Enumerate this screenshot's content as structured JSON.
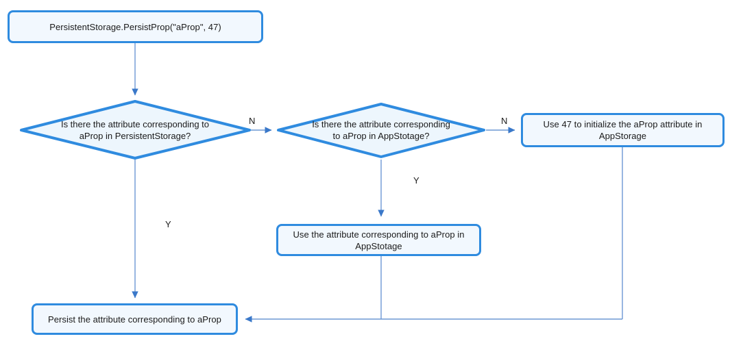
{
  "diagram": {
    "type": "flowchart",
    "title": "PersistentStorage.PersistProp flow",
    "colors": {
      "node_border": "#2f8bdf",
      "node_fill": "#f2f8fe",
      "connector": "#4a7fc1",
      "arrowhead": "#3a78c9",
      "text": "#1a1a1a",
      "background": "#ffffff"
    },
    "nodes": {
      "start_call": {
        "shape": "process",
        "label": "PersistentStorage.PersistProp(\"aProp\", 47)"
      },
      "decision_persistent_storage": {
        "shape": "decision",
        "label": "Is there the attribute corresponding to aProp in PersistentStorage?"
      },
      "decision_app_storage": {
        "shape": "decision",
        "label": "Is there the attribute corresponding to aProp in AppStotage?"
      },
      "init_app_storage": {
        "shape": "process",
        "label": "Use 47 to initialize the aProp attribute in AppStorage"
      },
      "use_app_storage_attribute": {
        "shape": "process",
        "label": "Use the attribute corresponding to aProp in AppStotage"
      },
      "persist_attribute": {
        "shape": "process",
        "label": "Persist the attribute corresponding to aProp"
      }
    },
    "edge_labels": {
      "persistent_storage_no": "N",
      "persistent_storage_yes": "Y",
      "app_storage_no": "N",
      "app_storage_yes": "Y"
    }
  }
}
